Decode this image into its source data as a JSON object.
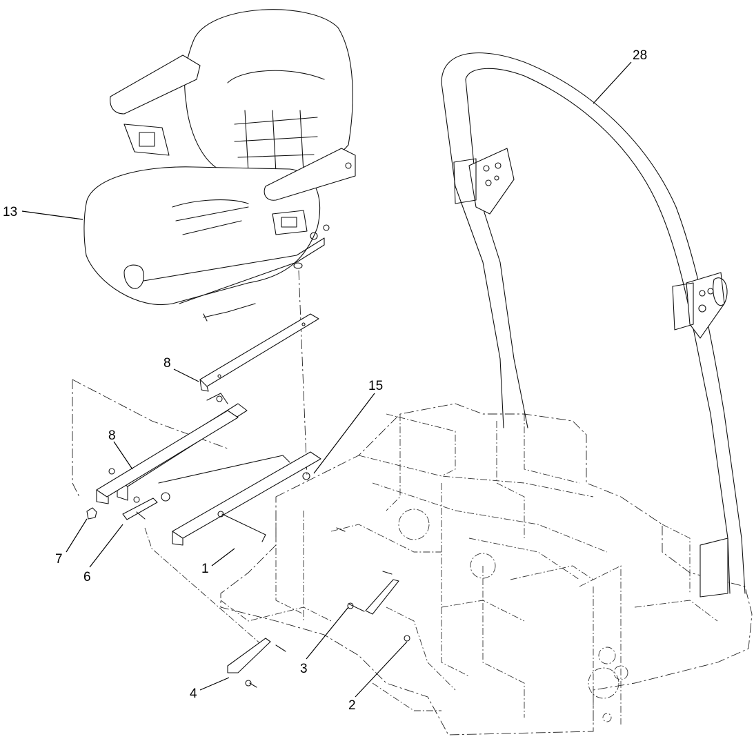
{
  "callouts": {
    "c28": "28",
    "c13": "13",
    "c8a": "8",
    "c15": "15",
    "c8b": "8",
    "c7": "7",
    "c6": "6",
    "c1": "1",
    "c3": "3",
    "c4": "4",
    "c2": "2"
  },
  "parts": [
    "roll-bar",
    "seat",
    "seat-mount-bracket",
    "seat-slide-rail",
    "frame"
  ]
}
